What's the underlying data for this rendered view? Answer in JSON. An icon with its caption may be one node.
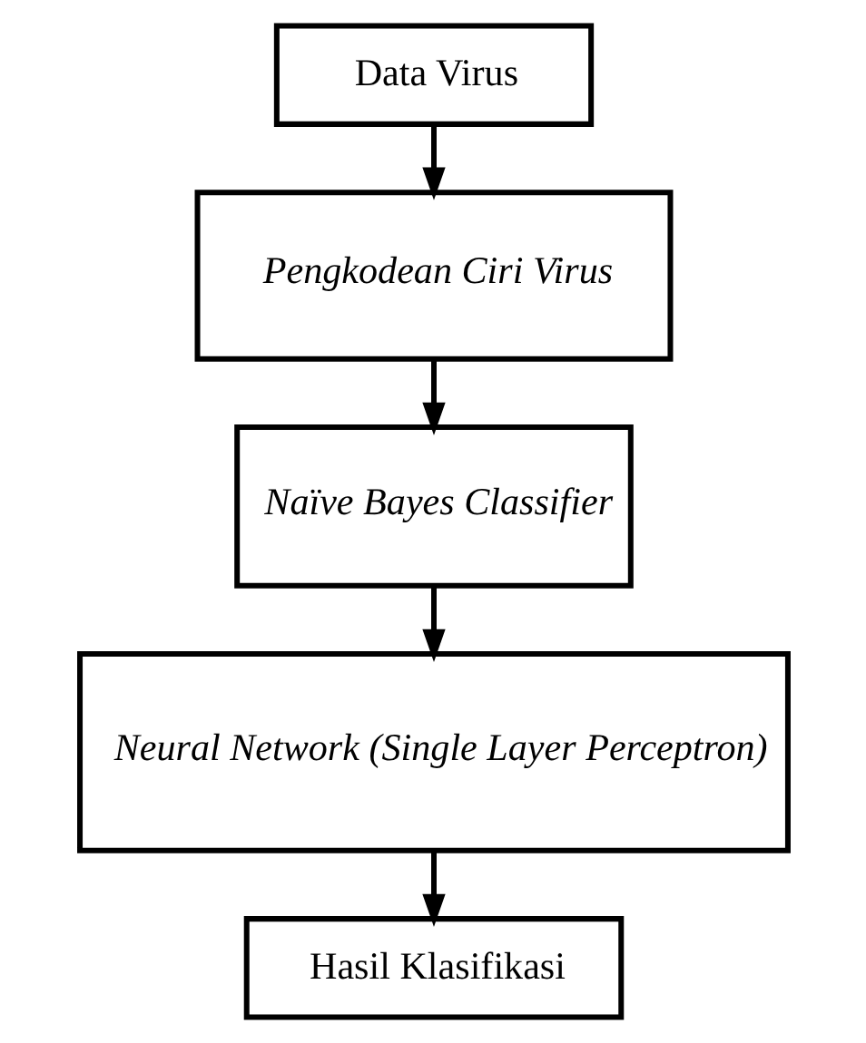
{
  "diagram": {
    "nodes": [
      {
        "text": [
          "Data Virus"
        ]
      },
      {
        "text": [
          "Pengkodean Ciri Virus"
        ]
      },
      {
        "text": [
          "Naïve Bayes Classifier"
        ]
      },
      {
        "text": [
          "Neural Network (Single Layer Perceptron)"
        ]
      },
      {
        "text": [
          "Hasil Klasifikasi"
        ]
      }
    ],
    "edges": [
      {
        "from": 0,
        "to": 1,
        "arrow": "to"
      },
      {
        "from": 1,
        "to": 2,
        "arrow": "to"
      },
      {
        "from": 2,
        "to": 3,
        "arrow": "to"
      },
      {
        "from": 3,
        "to": 4,
        "arrow": "to"
      }
    ]
  }
}
